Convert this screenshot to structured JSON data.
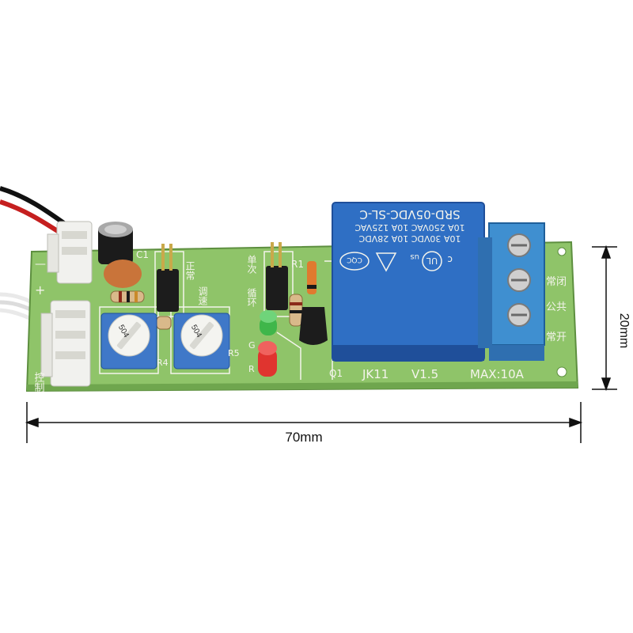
{
  "colors": {
    "pcb": "#8fc469",
    "pcb_dark": "#6fa64e",
    "pcb_edge": "#5d8f3f",
    "relay": "#2f6fc4",
    "relay_dark": "#1f4f9a",
    "terminal": "#3f8fd0",
    "connector": "#f1f1ee",
    "pot_body": "#3f78c8",
    "jumper": "#1c1c1c",
    "led_green": "#3fb64a",
    "led_red": "#e0342f",
    "capacitor": "#1b1b1b",
    "ceramic": "#c9743a",
    "dimension": "#111111"
  },
  "relay": {
    "line1": "SRD-05VDC-SL-C",
    "line2": "10A 250VAC 10A 125VAC",
    "line3": "10A 30VDC 10A 28VDC",
    "cert_left": "c",
    "cert_mark": "UL",
    "cert_right": "us",
    "cert_round": "CQC"
  },
  "board": {
    "model": "JK11",
    "version": "V1.5",
    "max_rating": "MAX:10A",
    "q1": "Q1",
    "r1": "R1",
    "r4": "R4",
    "r5": "R5",
    "c1": "C1",
    "g_label": "G",
    "r_label": "R",
    "plus": "+",
    "minus": "—",
    "mode_normal": "正常",
    "mode_once": "单次",
    "mode_cycle": "循环",
    "speed": "调速",
    "control": "控制",
    "nc": "常闭",
    "com": "公共",
    "no": "常开",
    "pot_code": "504"
  },
  "dimensions": {
    "width": "70mm",
    "height": "20mm"
  }
}
